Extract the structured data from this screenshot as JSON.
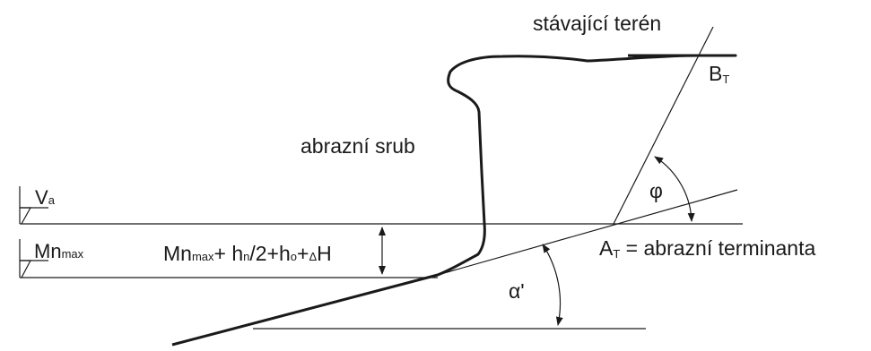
{
  "labels": {
    "terrain": "stávající terén",
    "bt_main": "B",
    "bt_sub": "T",
    "cliff": "abrazní srub",
    "phi": "φ",
    "va_main": "V",
    "va_sub": "a",
    "mn_main": "Mn",
    "mn_sub": "max",
    "dim_mn_main": "Mn",
    "dim_mn_sub": "max",
    "dim_plus1": "+ h",
    "dim_hn_sub": "n",
    "dim_half": "/2+h",
    "dim_ho_sub": "o",
    "dim_plus2": "+",
    "dim_delta": "Δ",
    "dim_h": "H",
    "at_main": "A",
    "at_sub": "T",
    "at_rest": " = abrazní terminanta",
    "alpha": "α'"
  },
  "colors": {
    "line": "#1a1a1a",
    "background": "#ffffff"
  }
}
